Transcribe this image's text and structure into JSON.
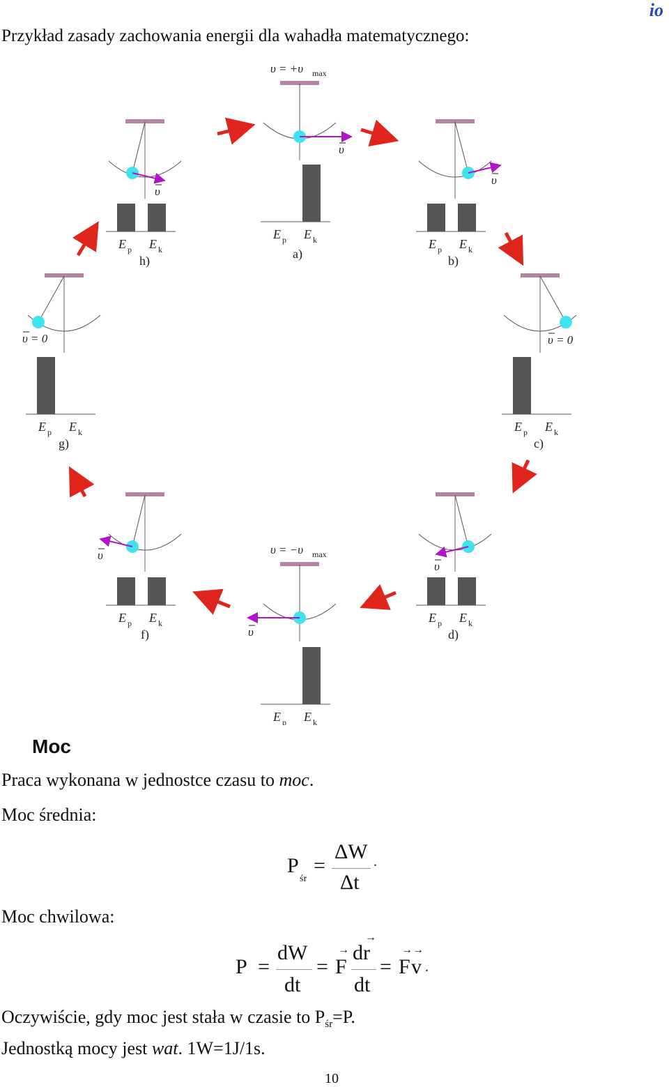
{
  "header": {
    "logo": "io"
  },
  "intro": "Przykład zasady zachowania energii dla wahadła matematycznego:",
  "figure": {
    "panels": [
      {
        "id": "a",
        "label": "a)",
        "top_label": "υ = +υ",
        "top_label_sub": "max",
        "v_label": "υ",
        "ep_label": "E",
        "ep_sub": "p",
        "ek_label": "E",
        "ek_sub": "k"
      },
      {
        "id": "b",
        "label": "b)",
        "v_label": "υ",
        "ep_label": "E",
        "ep_sub": "p",
        "ek_label": "E",
        "ek_sub": "k"
      },
      {
        "id": "c",
        "label": "c)",
        "v_label": "υ = 0",
        "ep_label": "E",
        "ep_sub": "p",
        "ek_label": "E",
        "ek_sub": "k"
      },
      {
        "id": "d",
        "label": "d)",
        "v_label": "υ",
        "ep_label": "E",
        "ep_sub": "p",
        "ek_label": "E",
        "ek_sub": "k"
      },
      {
        "id": "e",
        "label": "",
        "top_label": "υ = −υ",
        "top_label_sub": "max",
        "v_label": "υ",
        "ep_label": "E",
        "ep_sub": "p",
        "ek_label": "E",
        "ek_sub": "k"
      },
      {
        "id": "f",
        "label": "f)",
        "v_label": "υ",
        "ep_label": "E",
        "ep_sub": "p",
        "ek_label": "E",
        "ek_sub": "k"
      },
      {
        "id": "g",
        "label": "g)",
        "v_label": "υ = 0",
        "ep_label": "E",
        "ep_sub": "p",
        "ek_label": "E",
        "ek_sub": "k"
      },
      {
        "id": "h",
        "label": "h)",
        "v_label": "υ",
        "ep_label": "E",
        "ep_sub": "p",
        "ek_label": "E",
        "ek_sub": "k"
      }
    ],
    "colors": {
      "bob": "#3fe3ee",
      "velocity": "#b015c8",
      "support": "#b783a5",
      "bar": "#555555",
      "arrow": "#e0261c"
    }
  },
  "section": {
    "heading": "Moc",
    "p1_a": "Praca wykonana w jednostce czasu to ",
    "p1_b": "moc",
    "p1_c": ".",
    "p2": "Moc średnia:",
    "eq1": {
      "lhs": "P",
      "lhs_sub": "śr",
      "eq": "=",
      "num": "ΔW",
      "den": "Δt",
      "end": "."
    },
    "p3": "Moc chwilowa:",
    "eq2": {
      "lhs": "P",
      "eq1": "=",
      "num1": "dW",
      "den1": "dt",
      "eq2": "=",
      "f": "F",
      "num2": "dr",
      "den2": "dt",
      "eq3": "=",
      "fv_f": "F",
      "fv_v": "v",
      "end": "."
    },
    "p4_a": "Oczywiście, gdy moc jest stała w czasie to P",
    "p4_sub": "śr",
    "p4_b": "=P.",
    "p5_a": "Jednostką mocy jest ",
    "p5_b": "wat",
    "p5_c": ". 1W=1J/1s."
  },
  "footer": {
    "page_number": "10"
  }
}
